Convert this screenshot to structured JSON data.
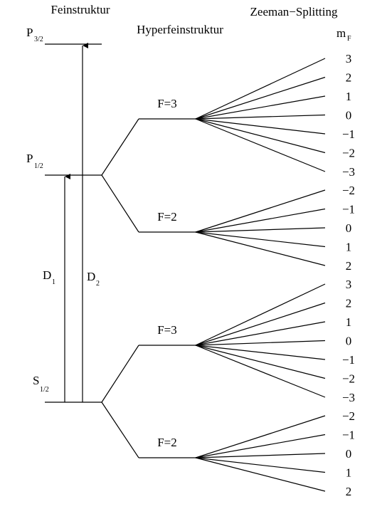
{
  "headings": {
    "fine": "Feinstruktur",
    "hyperfine": "Hyperfeinstruktur",
    "zeeman": "Zeeman−Splitting"
  },
  "mf_header": {
    "main": "m",
    "sub": "F"
  },
  "fine_levels": {
    "p32": {
      "main": "P",
      "sub": "3/2"
    },
    "p12": {
      "main": "P",
      "sub": "1/2"
    },
    "s12": {
      "main": "S",
      "sub": "1/2"
    }
  },
  "transitions": {
    "d1": {
      "main": "D",
      "sub": "1"
    },
    "d2": {
      "main": "D",
      "sub": "2"
    }
  },
  "hyperfine_levels": [
    {
      "label": "F=3",
      "mf": [
        "3",
        "2",
        "1",
        "0",
        "−1",
        "−2",
        "−3"
      ]
    },
    {
      "label": "F=2",
      "mf": [
        "−2",
        "−1",
        "0",
        "1",
        "2"
      ]
    },
    {
      "label": "F=3",
      "mf": [
        "3",
        "2",
        "1",
        "0",
        "−1",
        "−2",
        "−3"
      ]
    },
    {
      "label": "F=2",
      "mf": [
        "−2",
        "−1",
        "0",
        "1",
        "2"
      ]
    }
  ],
  "colors": {
    "ink": "#000000",
    "background": "#ffffff"
  }
}
